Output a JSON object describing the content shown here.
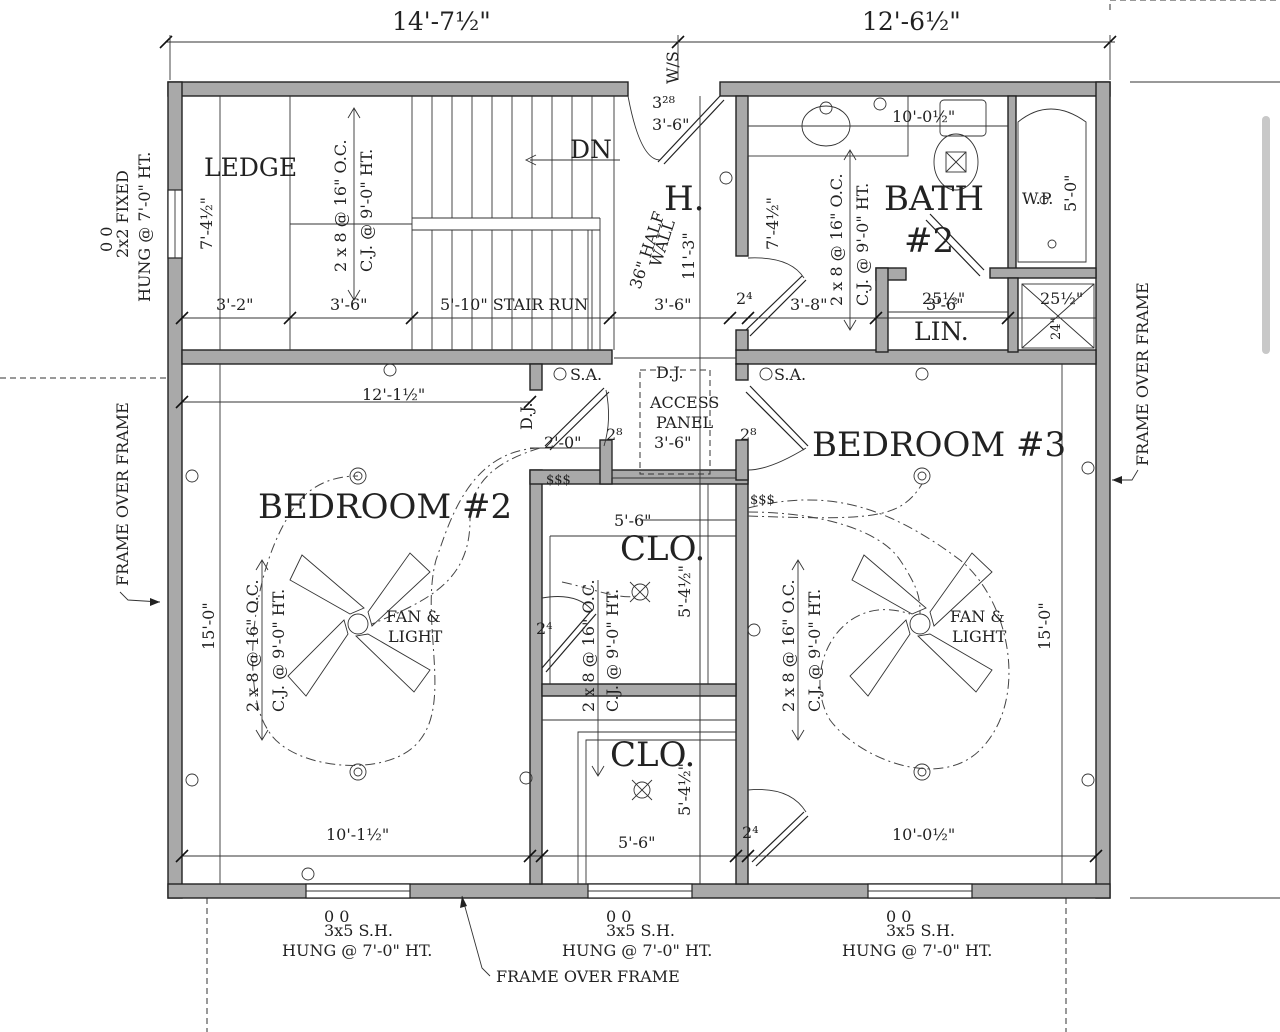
{
  "rooms": {
    "ledge": "LEDGE",
    "hall": "H.",
    "bath": "BATH",
    "bath_no": "#2",
    "bedroom2": "BEDROOM #2",
    "bedroom3": "BEDROOM #3",
    "closet_upper": "CLO.",
    "closet_lower": "CLO.",
    "linen": "LIN.",
    "access_panel_1": "ACCESS",
    "access_panel_2": "PANEL",
    "access_panel_3": "3'-6\""
  },
  "dimensions": {
    "top_left": "14'-7½\"",
    "top_right": "12'-6½\"",
    "ledge_width": "3'-2\"",
    "stair_width": "3'-6\"",
    "stair_run": "5'-10\" STAIR RUN",
    "hall_width": "3'-6\"",
    "bath_width": "3'-8\"",
    "linen_width": "3'-6\"",
    "bath_top": "10'-0½\"",
    "bed2_top": "12'-1½\"",
    "bed2_bottom": "10'-1½\"",
    "bed3_bottom": "10'-0½\"",
    "bed2_height": "15'-0\"",
    "bed3_height": "15'-0\"",
    "closet_upper_width": "5'-6\"",
    "closet_lower_width": "5'-6\"",
    "closet_upper_depth": "5'-4½\"",
    "closet_lower_depth": "5'-4½\"",
    "ledge_height": "7'-4½\"",
    "bath_height": "7'-4½\"",
    "hall_length": "11'-3\"",
    "door_2_0": "2'-0\"",
    "tub": "5'-0\"",
    "shower_a": "25½\"",
    "shower_b": "24\"",
    "door_top": "3'-6\"",
    "door_28": "2⁸",
    "door_24": "2⁴",
    "door_32": "3²⁸"
  },
  "notes": {
    "ws": "W/S",
    "dn": "DN",
    "half_wall_1": "36\" HALF",
    "half_wall_2": "WALL",
    "dj": "D.J.",
    "sa": "S.A.",
    "wp": "W.P.",
    "fan_1": "FAN &",
    "fan_2": "LIGHT",
    "joist_1": "2 x 8 @ 16\" O.C.",
    "joist_2": "C.J. @ 9'-0\" HT.",
    "frame_over_frame": "FRAME OVER FRAME",
    "switch": "$$$",
    "window_left_1": "0  0",
    "window_left_2": "2x2 FIXED",
    "window_left_3": "HUNG @ 7'-0\" HT.",
    "window_bottom_1": "3x5 S.H.",
    "window_bottom_2": "HUNG @ 7'-0\" HT."
  }
}
